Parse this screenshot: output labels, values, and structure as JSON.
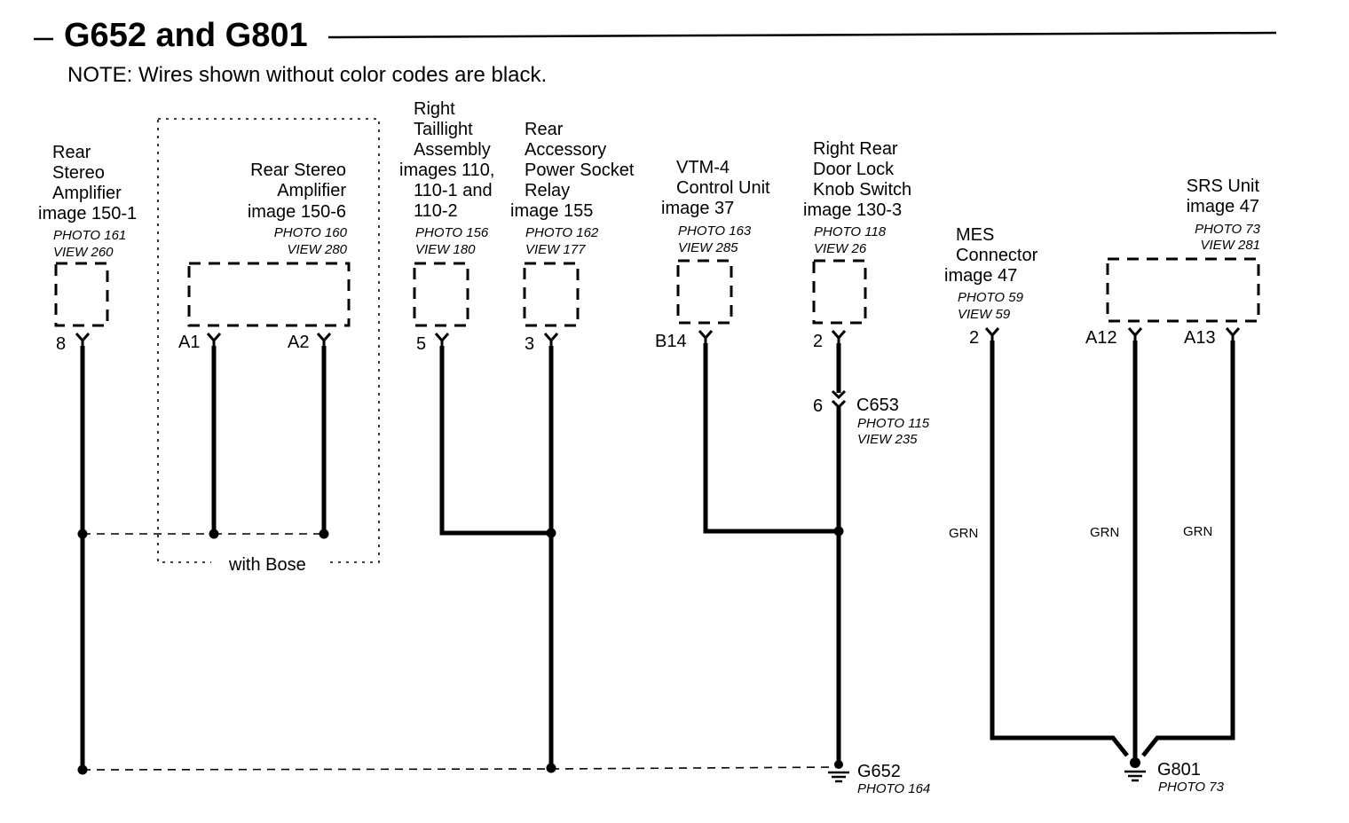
{
  "header": {
    "title": "G652 and G801",
    "note": "NOTE: Wires shown without color codes are black."
  },
  "components": {
    "rear_amp": {
      "lines": [
        "Rear",
        "Stereo",
        "Amplifier",
        "image 150-1"
      ],
      "photo": "PHOTO 161",
      "view": "VIEW 260",
      "pin": "8"
    },
    "bose_amp": {
      "lines": [
        "Rear Stereo",
        "Amplifier",
        "image 150-6"
      ],
      "photo": "PHOTO 160",
      "view": "VIEW 280",
      "pin_a1": "A1",
      "pin_a2": "A2",
      "option": "with Bose"
    },
    "taillight": {
      "lines": [
        "Right",
        "Taillight",
        "Assembly",
        "images 110,",
        "110-1 and",
        "110-2"
      ],
      "photo": "PHOTO 156",
      "view": "VIEW 180",
      "pin": "5"
    },
    "power_socket": {
      "lines": [
        "Rear",
        "Accessory",
        "Power Socket",
        "Relay",
        "image 155"
      ],
      "photo": "PHOTO 162",
      "view": "VIEW 177",
      "pin": "3"
    },
    "vtm4": {
      "lines": [
        "VTM-4",
        "Control Unit",
        "image 37"
      ],
      "photo": "PHOTO 163",
      "view": "VIEW 285",
      "pin": "B14"
    },
    "door_lock": {
      "lines": [
        "Right Rear",
        "Door Lock",
        "Knob Switch",
        "image 130-3"
      ],
      "photo": "PHOTO 118",
      "view": "VIEW 26",
      "pin": "2"
    },
    "c653": {
      "name": "C653",
      "photo": "PHOTO 115",
      "view": "VIEW 235",
      "pin": "6"
    },
    "mes": {
      "lines": [
        "MES",
        "Connector",
        "image 47"
      ],
      "photo": "PHOTO 59",
      "view": "VIEW 59",
      "pin": "2"
    },
    "srs": {
      "lines": [
        "SRS Unit",
        "image 47"
      ],
      "photo": "PHOTO 73",
      "view": "VIEW 281",
      "pin_a12": "A12",
      "pin_a13": "A13"
    }
  },
  "wire_colors": {
    "mes": "GRN",
    "a12": "GRN",
    "a13": "GRN"
  },
  "grounds": {
    "g652": {
      "name": "G652",
      "photo": "PHOTO 164"
    },
    "g801": {
      "name": "G801",
      "photo": "PHOTO 73"
    }
  }
}
